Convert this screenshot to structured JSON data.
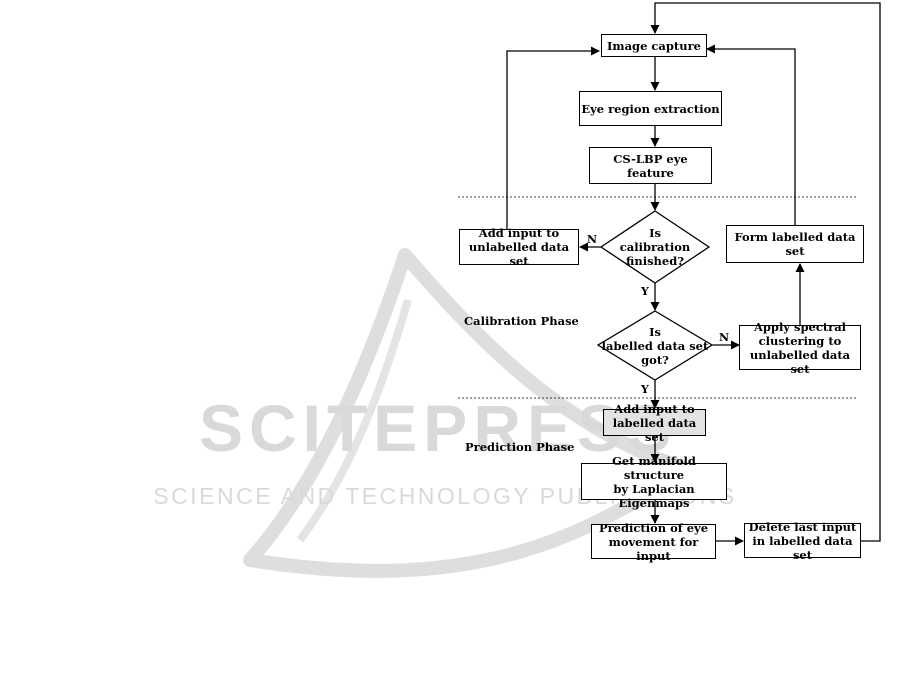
{
  "watermark": {
    "title": "SCITEPRESS",
    "subtitle": "SCIENCE AND TECHNOLOGY PUBLICATIONS",
    "color": "#d9d9d9"
  },
  "phases": {
    "calibration": "Calibration Phase",
    "prediction": "Prediction Phase"
  },
  "nodes": {
    "image_capture": "Image capture",
    "eye_region": "Eye region extraction",
    "cslbp": "CS-LBP eye feature",
    "calib_finished": "Is\ncalibration\nfinished?",
    "add_unlabelled": "Add input to\nunlabelled data set",
    "form_labelled": "Form labelled data set",
    "labelled_got": "Is\nlabelled data set\ngot?",
    "spectral": "Apply spectral\nclustering  to\nunlabelled data set",
    "add_labelled": "Add input to\nlabelled data set",
    "manifold": "Get manifold structure\nby Laplacian Eigenmaps",
    "prediction": "Prediction of eye\nmovement for input",
    "delete_last": "Delete last input\nin labelled data set"
  },
  "edge_labels": {
    "n1": "N",
    "y1": "Y",
    "n2": "N",
    "y2": "Y"
  }
}
